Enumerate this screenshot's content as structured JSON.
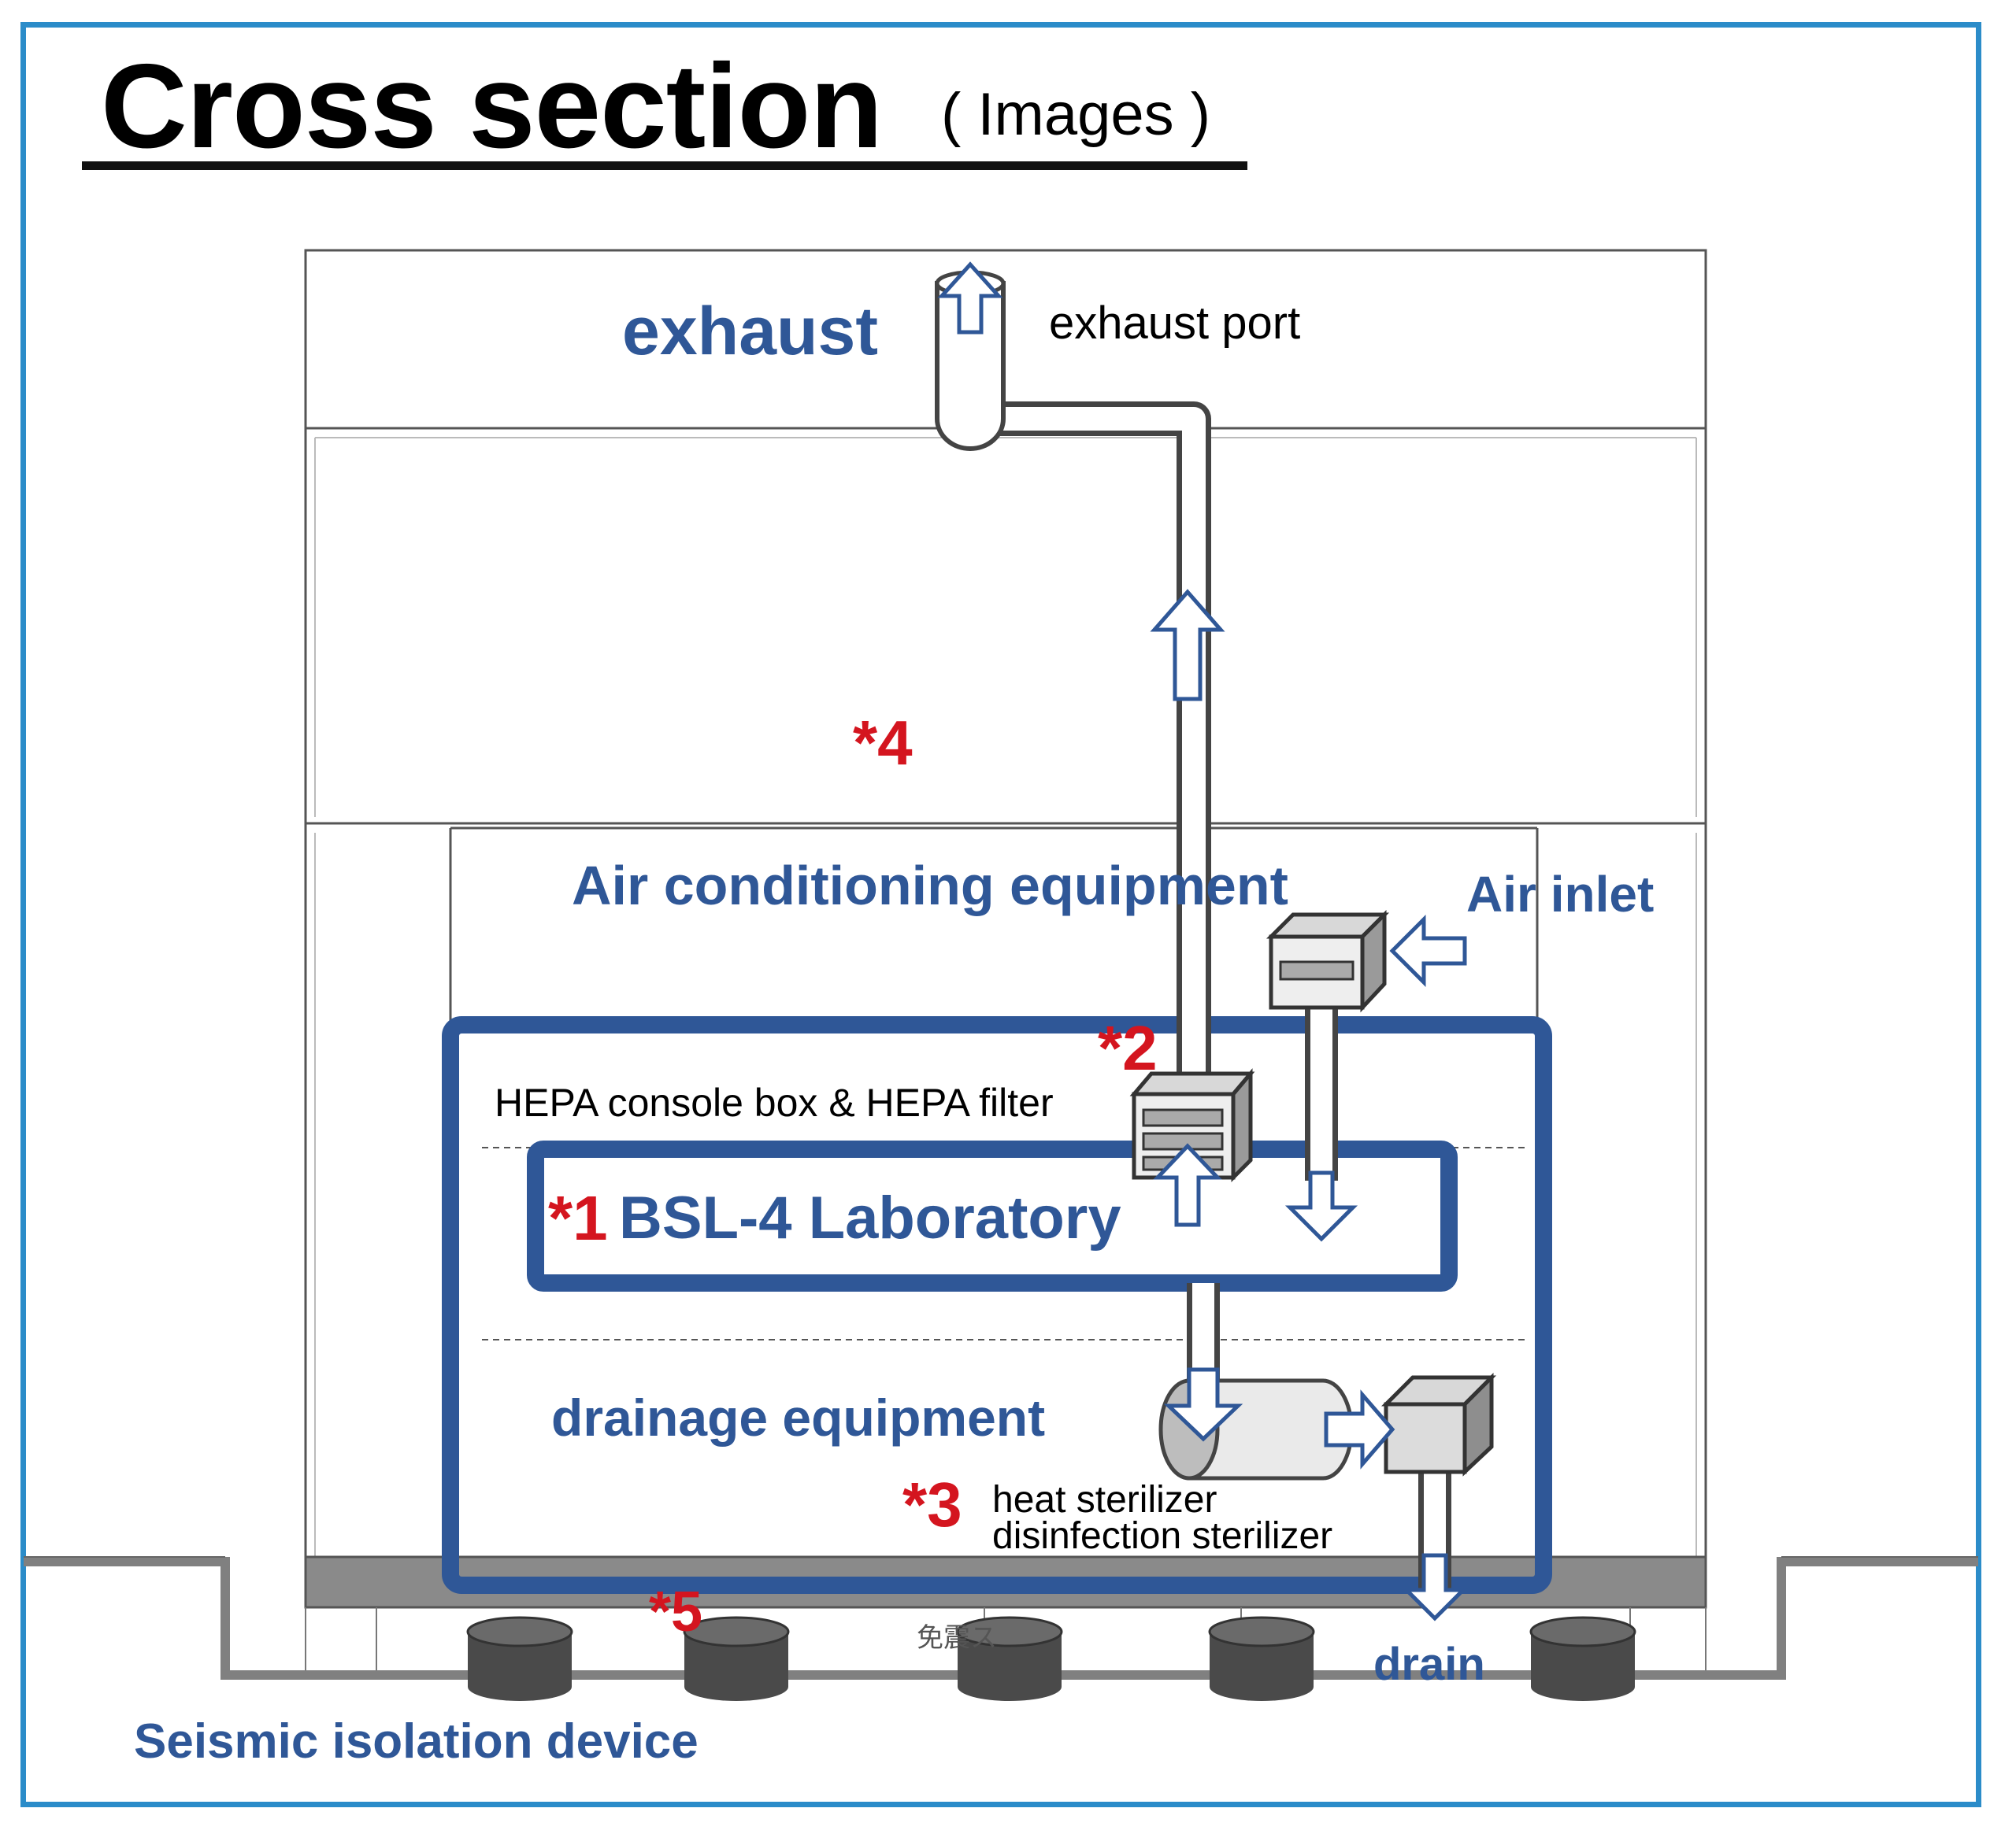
{
  "title": {
    "main": "Cross section",
    "sub": "( Images )"
  },
  "labels": {
    "exhaust": "exhaust",
    "exhaust_port": "exhaust port",
    "air_conditioning": "Air conditioning equipment",
    "air_inlet": "Air inlet",
    "hepa": "HEPA console box & HEPA filter",
    "lab": "BSL-4 Laboratory",
    "drainage": "drainage equipment",
    "heat_sterilizer": "heat sterilizer",
    "disinfection_sterilizer": "disinfection sterilizer",
    "drain": "drain",
    "seismic": "Seismic isolation device",
    "jp_text": "免震ス"
  },
  "markers": {
    "m1": "*1",
    "m2": "*2",
    "m3": "*3",
    "m4": "*4",
    "m5": "*5"
  },
  "colors": {
    "frame": "#2b8cc9",
    "text_blue": "#2f5797",
    "box_blue": "#2f5797",
    "marker_red": "#d4151f",
    "bearing": "#4a4a4a",
    "foundation": "#808080"
  }
}
